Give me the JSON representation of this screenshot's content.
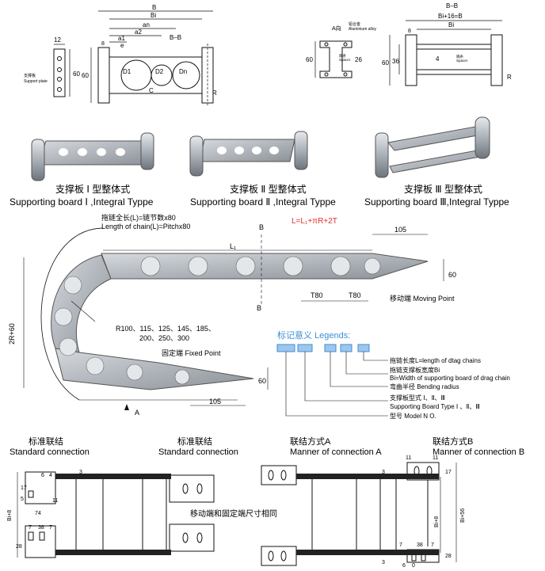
{
  "top": {
    "support_plate": {
      "dim_w": "12",
      "dim_h": "60",
      "label_cn": "支撑板",
      "label_en": "Support plate"
    },
    "frame": {
      "B": "B",
      "Bi": "Bi",
      "an": "an",
      "a2": "a2",
      "a1": "a1",
      "e": "e",
      "BB": "B–B",
      "D1": "D1",
      "D2": "D2",
      "Dn": "Dn",
      "C": "C",
      "R": "R",
      "h60": "60",
      "h8": "8"
    },
    "profile": {
      "title": "A向",
      "alloy_cn": "铝合金",
      "alloy_en": "Aluminium alloy",
      "spacer_cn": "隔条",
      "spacer_en": "Spacer",
      "h60": "60",
      "h26": "26"
    },
    "section": {
      "BB": "B–B",
      "formula": "Bi+16=B",
      "Bi": "Bi",
      "h36": "36",
      "h60": "60",
      "four": "4",
      "w8": "8",
      "spacer_cn": "隔条",
      "spacer_en": "Spacer",
      "R": "R"
    }
  },
  "boards": [
    {
      "cn": "支撑板 Ⅰ 型整体式",
      "en": "Supporting board Ⅰ ,Integral Typpe"
    },
    {
      "cn": "支撑板 Ⅱ 型整体式",
      "en": "Supporting board Ⅱ ,Integral Typpe"
    },
    {
      "cn": "支撑板 Ⅲ 型整体式",
      "en": "Supporting board Ⅲ,Integral Typpe"
    }
  ],
  "chain": {
    "length_cn": "拖链全长(L)=链节数x80",
    "length_en": "Length of chain(L)=Pitchx80",
    "formula": "L=L₁+πR+2T",
    "L1": "L₁",
    "B": "B",
    "A": "A",
    "dim105": "105",
    "dim60": "60",
    "T80": "T80",
    "height": "2R+60",
    "radius_line1": "R100、115、125、145、185、",
    "radius_line2": "200、250、300",
    "moving_point": "移动端 Moving Point",
    "fixed_point": "固定端 Fixed Point"
  },
  "legend": {
    "title": "标记意义 Legends:",
    "items": [
      "拖链长度L=length of dtag chains",
      "拖链支撑板宽度Bi",
      "Bi=Width of supporting board of drag chain",
      "弯曲半径 Bending radius",
      "支撑板型式 Ⅰ、Ⅱ、Ⅲ",
      "Supporting Board Type Ⅰ 、Ⅱ、Ⅲ",
      "型号 Model N O."
    ]
  },
  "bottom": {
    "headers": [
      {
        "cn": "标准联结",
        "en": "Standard connection"
      },
      {
        "cn": "标准联结",
        "en": "Standard connection"
      },
      {
        "cn": "联结方式A",
        "en": "Manner of connection A"
      },
      {
        "cn": "联结方式B",
        "en": "Manner of connection B"
      }
    ],
    "note": "移动端和固定端尺寸相同",
    "dims": {
      "d6": "6",
      "d4": "4",
      "d17": "17",
      "d5": "5",
      "d11": "11",
      "d3": "3",
      "d74": "74",
      "d7": "7",
      "d38": "38",
      "d28": "28",
      "bi8": "Bi+8",
      "bi56": "Bi+56",
      "d0": "0"
    }
  },
  "colors": {
    "steel": "#b9bec4",
    "steel_dark": "#7b8189",
    "accent": "#e0332b",
    "legend_blue": "#3d8fd6",
    "ink": "#111111"
  }
}
